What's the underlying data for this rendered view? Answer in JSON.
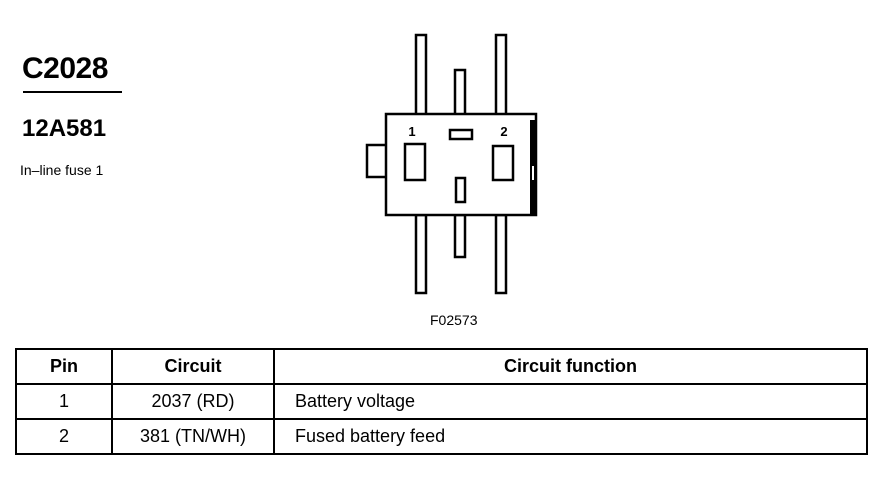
{
  "header": {
    "connector_id": "C2028",
    "part_number": "12A581",
    "description": "In–line fuse 1"
  },
  "diagram": {
    "pin_labels": [
      "1",
      "2"
    ],
    "figure_id": "F02573"
  },
  "table": {
    "columns": [
      "Pin",
      "Circuit",
      "Circuit function"
    ],
    "rows": [
      {
        "pin": "1",
        "circuit": "2037 (RD)",
        "function": "Battery voltage"
      },
      {
        "pin": "2",
        "circuit": "381 (TN/WH)",
        "function": "Fused battery feed"
      }
    ]
  }
}
